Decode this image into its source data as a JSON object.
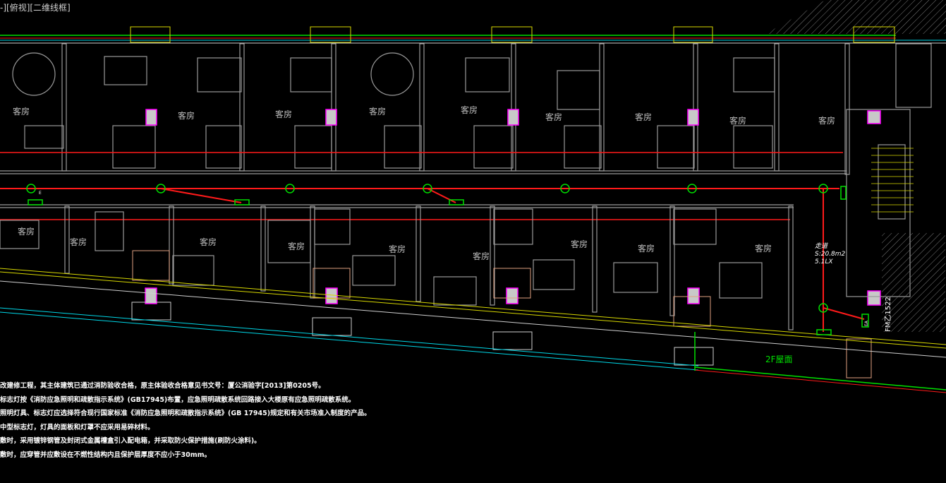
{
  "viewport_label": "-][俯视][二维线框]",
  "rooms_top": [
    "客房",
    "客房",
    "客房",
    "客房",
    "客房",
    "客房",
    "客房",
    "客房",
    "客房"
  ],
  "rooms_bottom": [
    "客房",
    "客房",
    "客房",
    "客房",
    "客房",
    "客房",
    "客房",
    "客房",
    "客房"
  ],
  "corridor": {
    "name": "走道",
    "area": "S:20.8m2",
    "lux": "5.1LX"
  },
  "roof_label": "2F屋面",
  "door_tag": "FM乙1522",
  "exit_sign": "EA",
  "light_tag": "E",
  "notes": [
    "改建修工程，其主体建筑已通过消防验收合格，原主体验收合格意见书文号：厦公消验字[2013]第0205号。",
    "标志灯按《消防应急照明和疏散指示系统》(GB17945)布置，应急照明疏散系统回路接入大楼原有应急照明疏散系统。",
    "照明灯具、标志灯应选择符合现行国家标准《消防应急照明和疏散指示系统》(GB 17945)规定和有关市场准入制度的产品。",
    "中型标志灯，灯具的面板和灯罩不应采用易碎材料。",
    "敷时，采用镀锌钢管及封闭式金属槽盒引入配电箱，并采取防火保护措施(刷防火涂料)。",
    "敷时，应穿管并应敷设在不燃性结构内且保护层厚度不应小于30mm。"
  ]
}
